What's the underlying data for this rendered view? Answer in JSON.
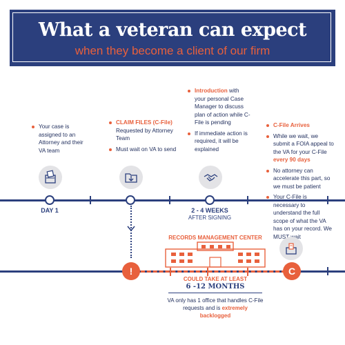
{
  "header": {
    "title": "What a veteran can expect",
    "subtitle": "when they become a client of our firm"
  },
  "step1": {
    "bullet1": "Your case is assigned to an Attorney and their VA team",
    "label": "DAY 1"
  },
  "step2": {
    "heading": "CLAIM FILES (C-File)",
    "bullet1_rest": "Requested by Attorney Team",
    "bullet2": "Must wait on VA to send"
  },
  "step3": {
    "intro_word": "Introduction",
    "intro_rest": "with your personal Case Manager to discuss plan of action while C-File is pending",
    "bullet2": "If immediate action is required, it will be explained",
    "label": "2 - 4 WEEKS",
    "sublabel": "AFTER SIGNING"
  },
  "step4": {
    "heading": "C-File Arrives",
    "bullet1_a": "While we wait, we submit a FOIA appeal to the VA for your C-File",
    "bullet1_b": "every 90 days",
    "bullet2": "No attorney can accelerate this part, so we must be patient",
    "bullet3": "Your C-File is necessary to understand the full scope of what the VA has on your record. We MUST wait"
  },
  "records": {
    "title": "RECORDS MANAGEMENT CENTER",
    "warning_node": "!",
    "arrive_node": "C",
    "could_take": "COULD TAKE AT LEAST",
    "months": "6 -12 MONTHS",
    "note_a": "VA only has 1 office that handles C-File requests and is",
    "note_b": "extremely backlogged"
  },
  "colors": {
    "navy": "#2b3f7d",
    "orange": "#e8603c",
    "gray": "#e3e3e6"
  },
  "icons": [
    "ballot-box-icon",
    "folder-download-icon",
    "handshake-icon",
    "file-box-icon",
    "building-icon"
  ]
}
